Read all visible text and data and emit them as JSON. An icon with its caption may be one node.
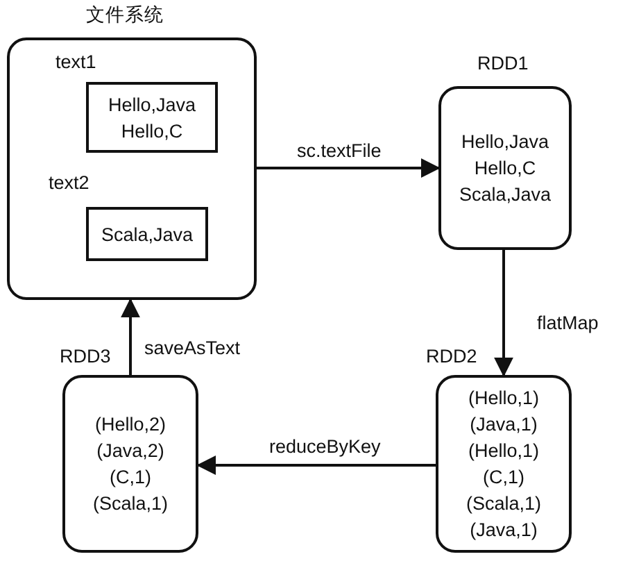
{
  "diagram": {
    "nodes": [
      {
        "text": [
          "文件系统"
        ]
      },
      {
        "text": [
          "Hello,Java Hello,C"
        ],
        "in": 0,
        "beside": [
          "text1"
        ]
      },
      {
        "text": [
          "Scala,Java"
        ],
        "in": 0,
        "beside": [
          "text2"
        ]
      },
      {
        "text": [
          "RDD1",
          "Hello,Java Hello,C Scala,Java"
        ]
      },
      {
        "text": [
          "RDD2",
          "(Hello,1) (Java,1) (Hello,1) (C,1) (Scala,1) (Java,1)"
        ]
      },
      {
        "text": [
          "RDD3",
          "(Hello,2) (Java,2) (C,1) (Scala,1)"
        ]
      }
    ],
    "edges": [
      {
        "from": 0,
        "to": 3,
        "arrow": "to",
        "label": "sc.textFile"
      },
      {
        "from": 3,
        "to": 4,
        "arrow": "to",
        "label": "flatMap"
      },
      {
        "from": 4,
        "to": 5,
        "arrow": "to",
        "label": "reduceByKey"
      },
      {
        "from": 5,
        "to": 0,
        "arrow": "to",
        "label": "saveAsText"
      }
    ]
  }
}
